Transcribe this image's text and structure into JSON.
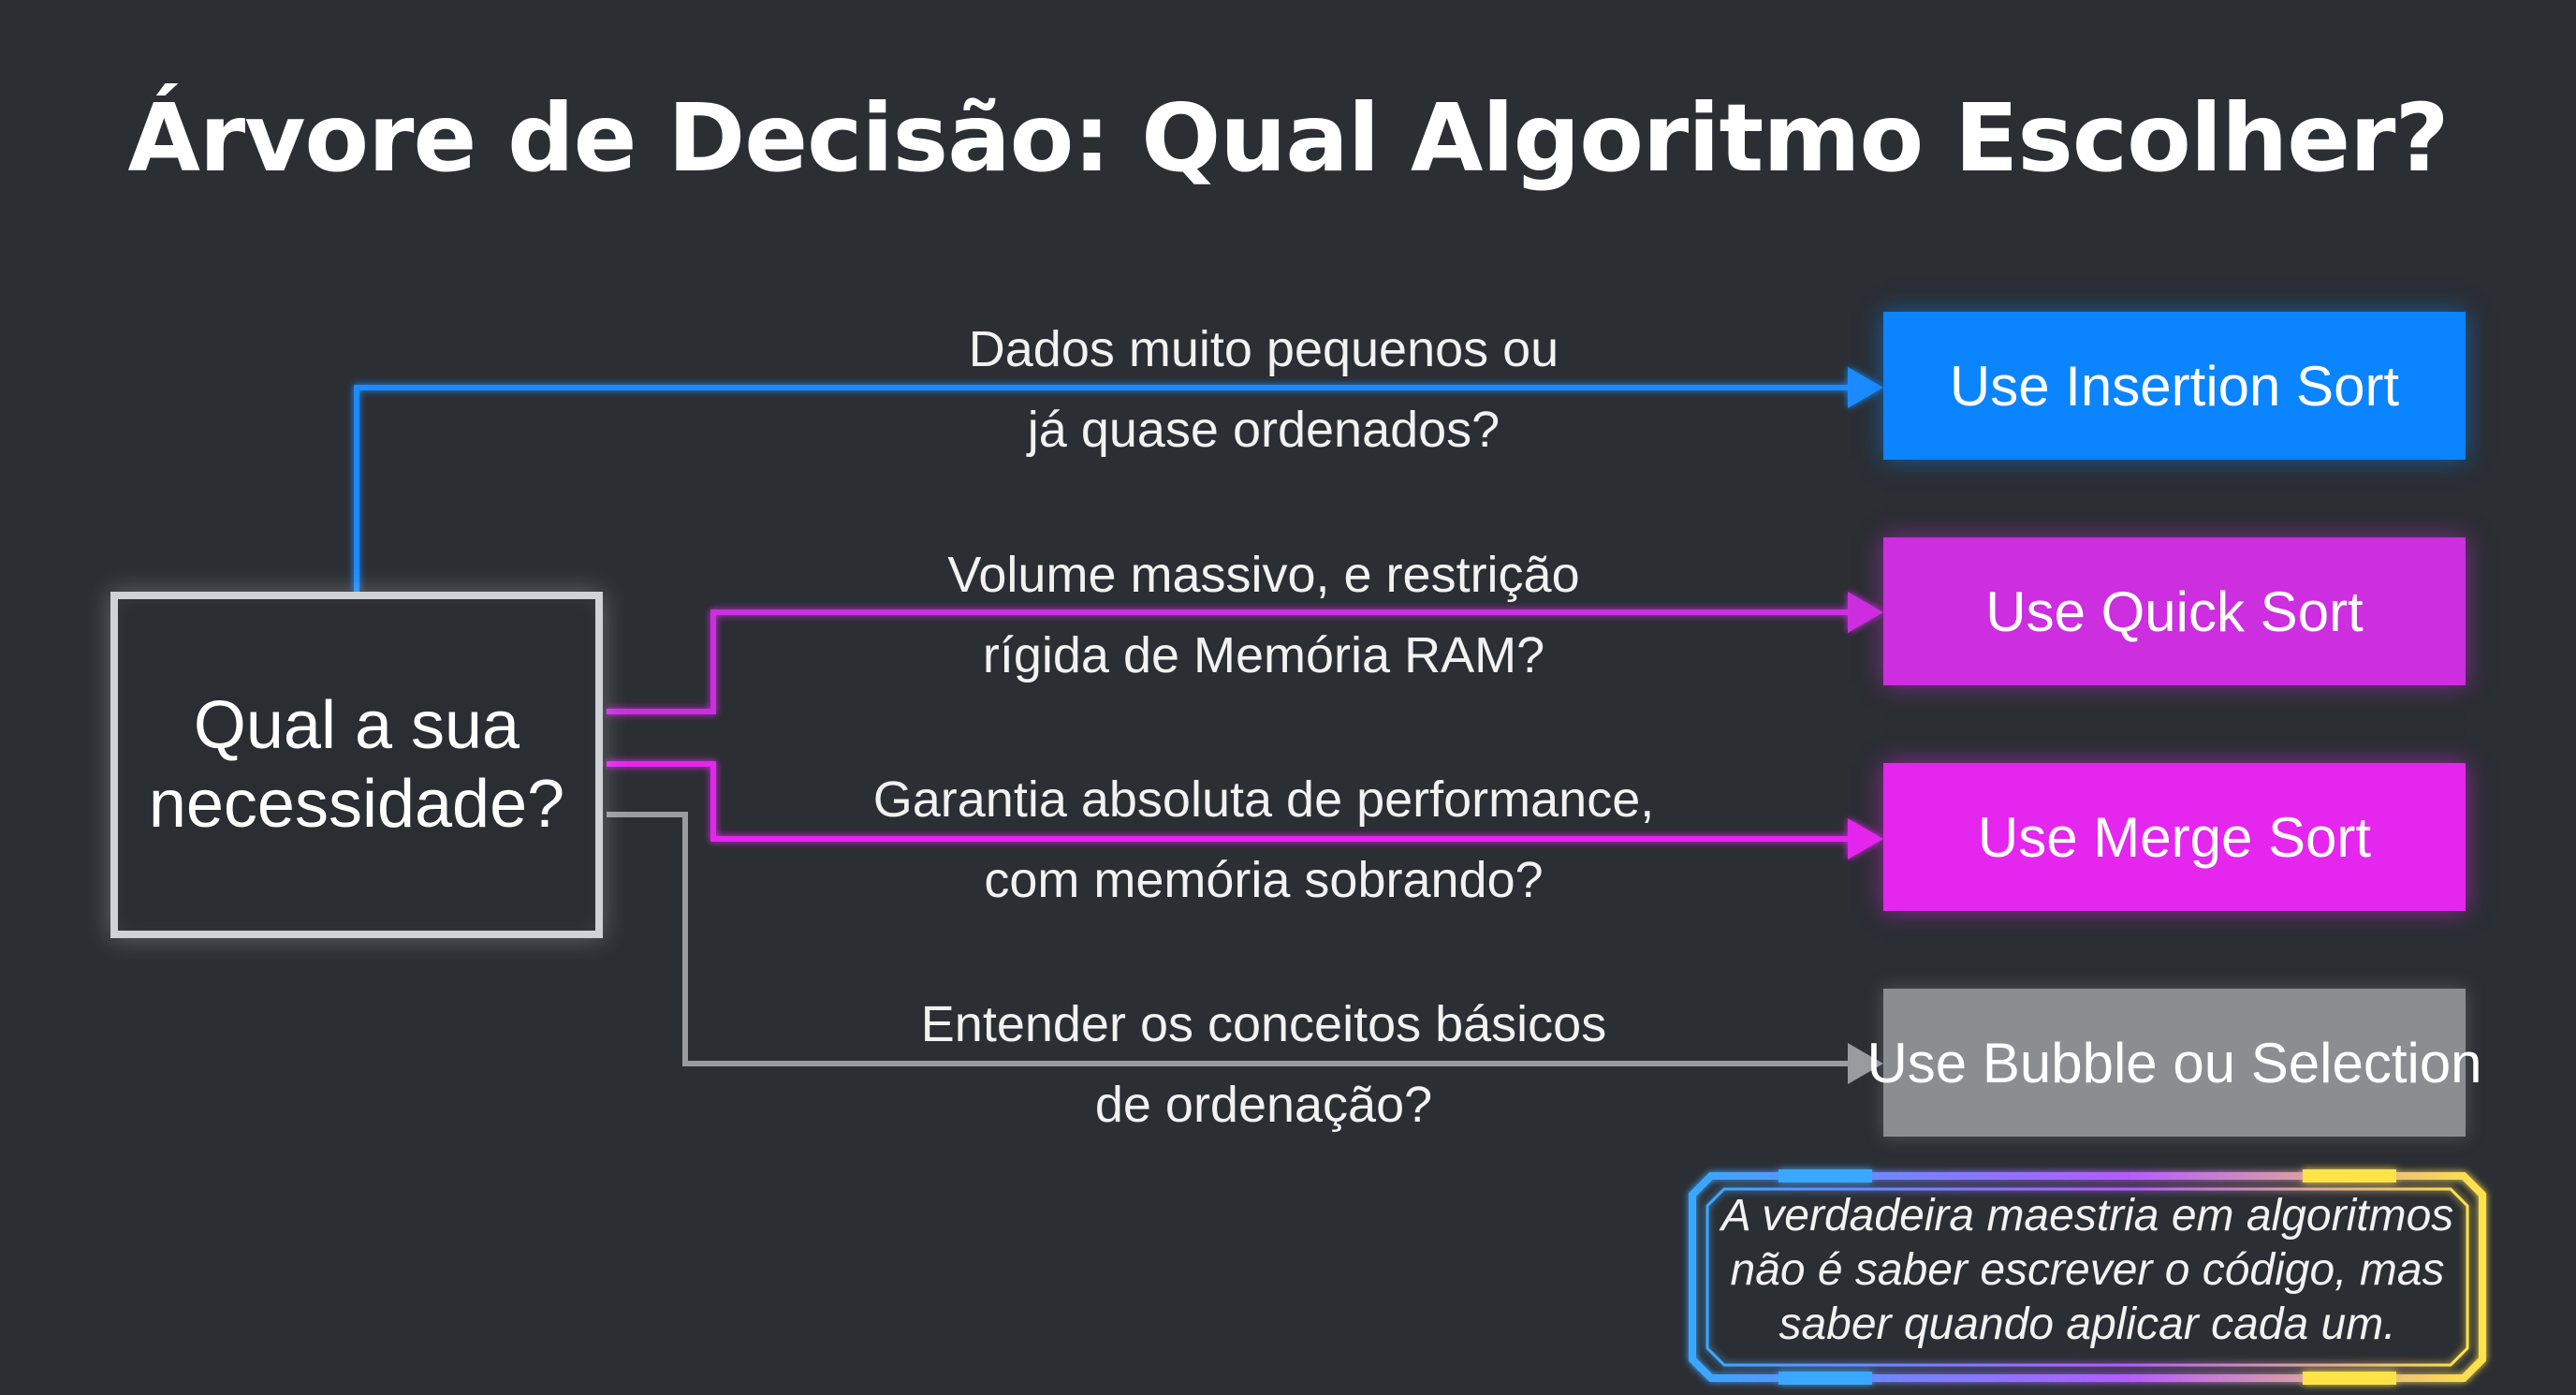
{
  "title": "Árvore de Decisão: Qual Algoritmo Escolher?",
  "root": {
    "label": "Qual a sua necessidade?"
  },
  "branches": [
    {
      "condition_line1": "Dados muito pequenos ou",
      "condition_line2": "já quase ordenados?",
      "result": "Use Insertion Sort",
      "color": "#1e8bff"
    },
    {
      "condition_line1": "Volume massivo, e restrição",
      "condition_line2": "rígida de Memória RAM?",
      "result": "Use Quick Sort",
      "color": "#cc2ee0"
    },
    {
      "condition_line1": "Garantia absoluta de performance,",
      "condition_line2": "com memória sobrando?",
      "result": "Use Merge Sort",
      "color": "#e426ee"
    },
    {
      "condition_line1": "Entender os conceitos básicos",
      "condition_line2": "de ordenação?",
      "result": "Use Bubble ou Selection",
      "color": "#9a9b9e"
    }
  ],
  "quote": {
    "line1": "A verdadeira maestria em algoritmos",
    "line2": "não é saber escrever o código, mas",
    "line3": "saber quando aplicar cada um."
  },
  "colors": {
    "background": "#2b2e33",
    "quote_frame_start": "#3aa8ff",
    "quote_frame_end": "#ffe34a"
  }
}
